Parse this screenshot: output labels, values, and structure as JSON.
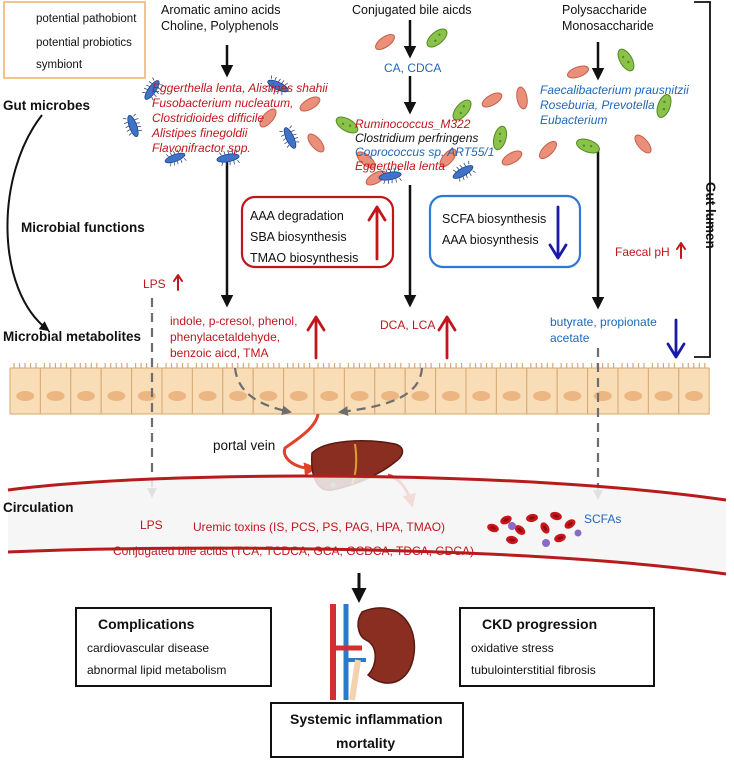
{
  "legend": {
    "pathobiont": "potential pathobiont",
    "probiotics": "potential probiotics",
    "symbiont": "symbiont"
  },
  "left_labels": {
    "gut_microbes": "Gut microbes",
    "microbial_functions": "Microbial functions",
    "microbial_metabolites": "Microbial metabolites",
    "circulation": "Circulation"
  },
  "gut_lumen": "Gut lumen",
  "columns": {
    "aromatic": {
      "title_line1": "Aromatic amino acids",
      "title_line2": "Choline, Polyphenols",
      "microbes": [
        "Eggerthella lenta, Alistipes shahii",
        "Fusobacterium nucleatum,",
        "Clostridioides difficile",
        "Alistipes finegoldii",
        "Flavonifractor spp."
      ],
      "metabolites": [
        "indole, p-cresol, phenol,",
        "phenylacetaldehyde,",
        "benzoic aicd, TMA"
      ]
    },
    "bile": {
      "title": "Conjugated bile aicds",
      "intermediate": "CA, CDCA",
      "microbes": [
        "Ruminococcus_M322",
        "Clostridium perfringens",
        "Coprococcus sp. ART55/1",
        "Eggerthella lenta"
      ],
      "metabolites": "DCA, LCA"
    },
    "polysaccharide": {
      "title_line1": "Polysaccharide",
      "title_line2": "Monosaccharide",
      "microbes": [
        "Faecalibacterium prausnitzii",
        "Roseburia, Prevotella",
        "Eubacterium"
      ],
      "faecal_ph": "Faecal pH",
      "metabolites": [
        "butyrate, propionate",
        "acetate"
      ]
    }
  },
  "functions_up": [
    "AAA degradation",
    "SBA biosynthesis",
    "TMAO biosynthesis"
  ],
  "functions_down": [
    "SCFA biosynthesis",
    "AAA biosynthesis"
  ],
  "lps": "LPS",
  "portal_vein": "portal vein",
  "circulation": {
    "lps": "LPS",
    "uremic": "Uremic toxins (IS, PCS, PS, PAG, HPA, TMAO)",
    "bile": "Conjugated bile acids (TCA, TCDCA, GCA, GCDCA, TDCA, GDCA)",
    "scfas": "SCFAs"
  },
  "complications": {
    "title": "Complications",
    "items": [
      "cardiovascular disease",
      "abnormal lipid metabolism"
    ]
  },
  "ckd": {
    "title": "CKD progression",
    "items": [
      "oxidative stress",
      "tubulointerstitial fibrosis"
    ]
  },
  "outcome": {
    "line1": "Systemic inflammation",
    "line2": "mortality"
  },
  "colors": {
    "red": "#c0171c",
    "blue": "#1f67b8",
    "dark_blue": "#1a1aa8",
    "grey_arrow": "#6d6d6d",
    "cell_fill": "#f8ddb7",
    "legend_border": "#f2c38f"
  }
}
